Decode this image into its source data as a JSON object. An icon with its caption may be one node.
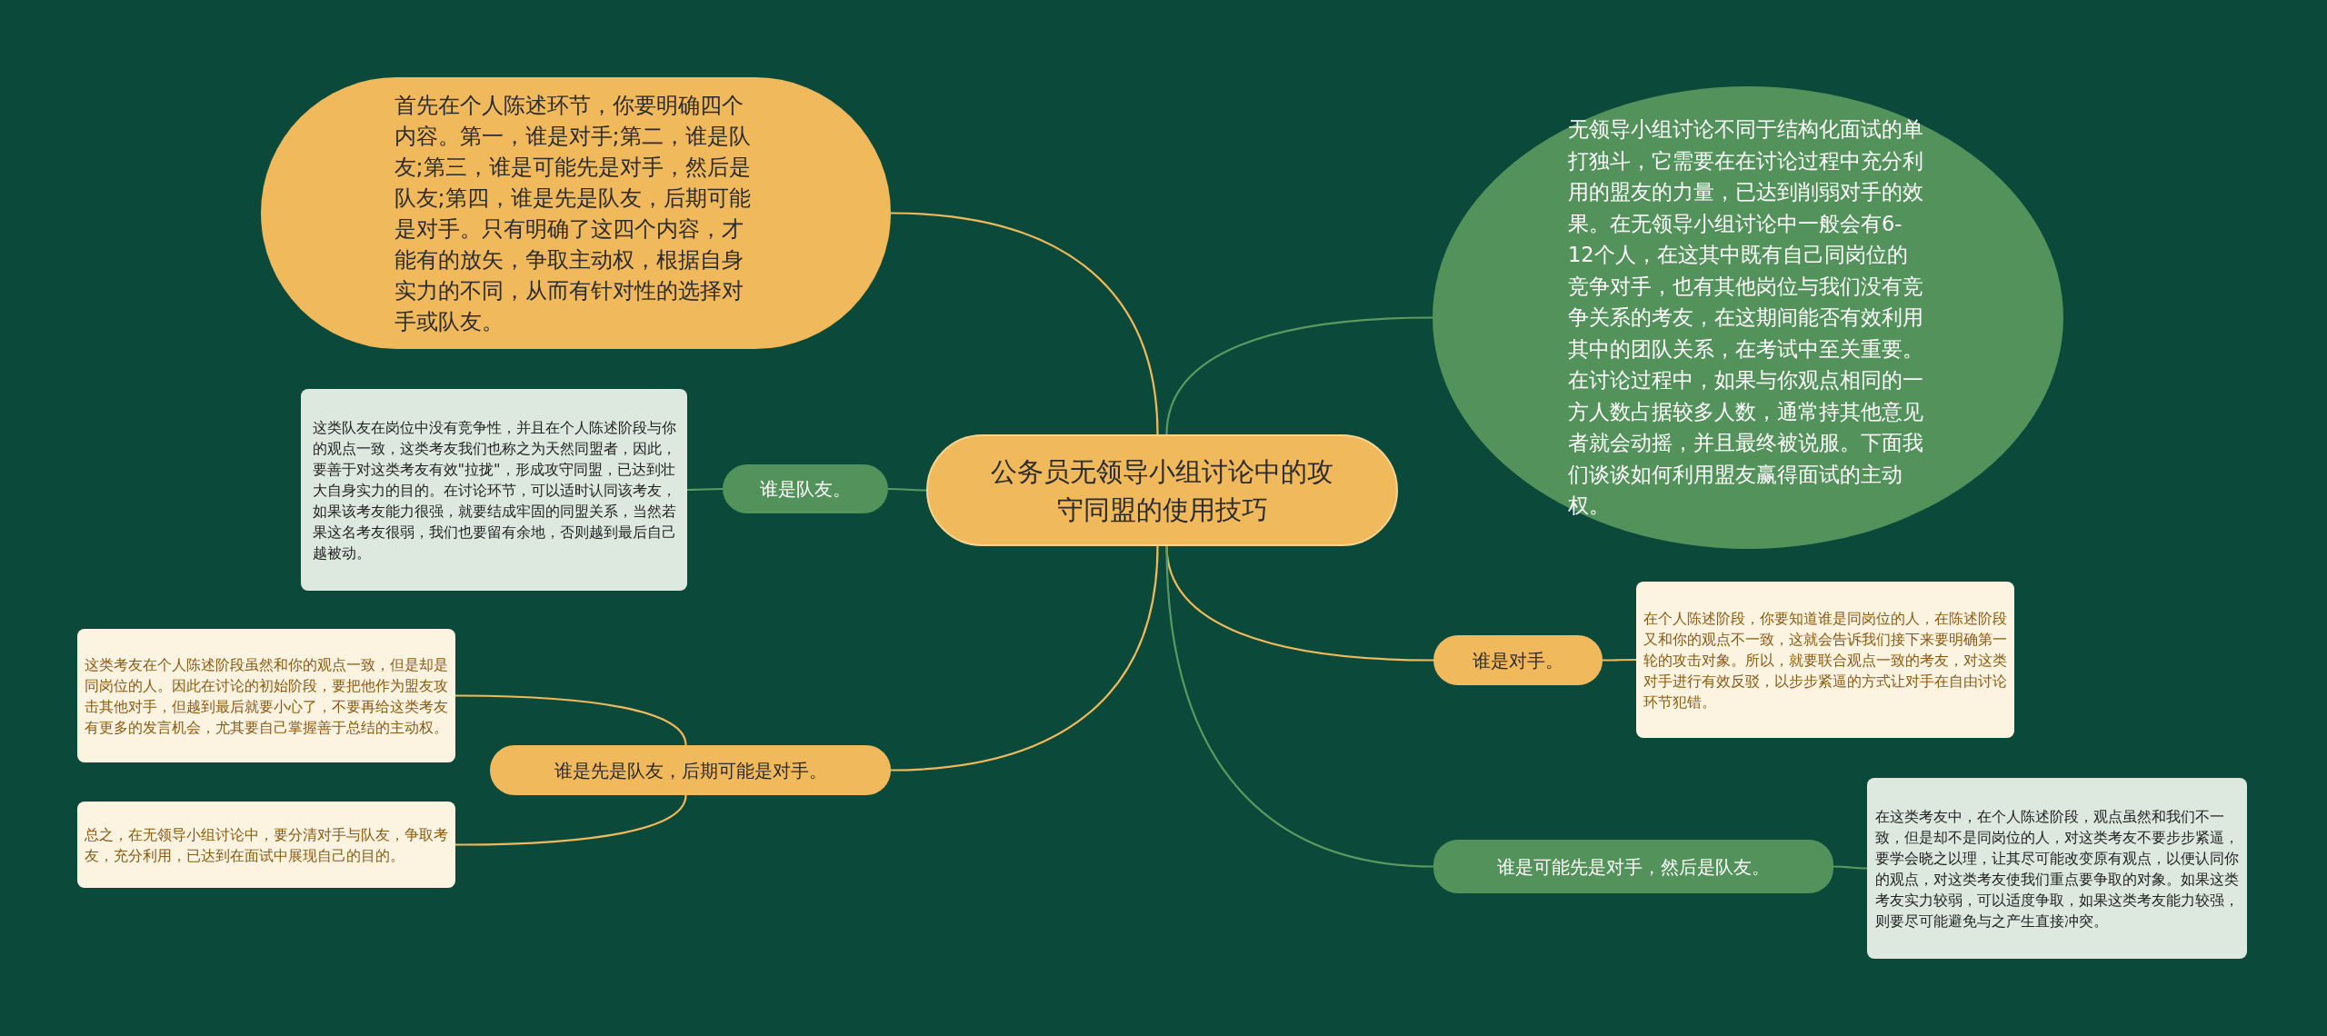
{
  "diagram": {
    "nodes": [
      {
        "text": [
          "公务员无领导小组讨论中的攻守同盟的使用技巧"
        ]
      },
      {
        "text": [
          "首先在个人陈述环节，你要明确四个内容。第一，谁是对手;第二，谁是队友;第三，谁是可能先是对手，然后是队友;第四，谁是先是队友，后期可能是对手。只有明确了这四个内容，才能有的放矢，争取主动权，根据自身实力的不同，从而有针对性的选择对手或队友。"
        ]
      },
      {
        "text": [
          "无领导小组讨论不同于结构化面试的单打独斗，它需要在在讨论过程中充分利用的盟友的力量，已达到削弱对手的效果。在无领导小组讨论中一般会有6-12个人，在这其中既有自己同岗位的竞争对手，也有其他岗位与我们没有竞争关系的考友，在这期间能否有效利用其中的团队关系，在考试中至关重要。在讨论过程中，如果与你观点相同的一方人数占据较多人数，通常持其他意见者就会动摇，并且最终被说服。下面我们谈谈如何利用盟友赢得面试的主动权。"
        ]
      },
      {
        "text": [
          "谁是队友。"
        ]
      },
      {
        "text": [
          "这类队友在岗位中没有竞争性，并且在个人陈述阶段与你的观点一致，这类考友我们也称之为天然同盟者，因此，要善于对这类考友有效\"拉拢\"，形成攻守同盟，已达到壮大自身实力的目的。在讨论环节，可以适时认同该考友，如果该考友能力很强，就要结成牢固的同盟关系，当然若果这名考友很弱，我们也要留有余地，否则越到最后自己越被动。"
        ]
      },
      {
        "text": [
          "谁是先是队友，后期可能是对手。"
        ]
      },
      {
        "text": [
          "这类考友在个人陈述阶段虽然和你的观点一致，但是却是同岗位的人。因此在讨论的初始阶段，要把他作为盟友攻击其他对手，但越到最后就要小心了，不要再给这类考友有更多的发言机会，尤其要自己掌握善于总结的主动权。"
        ]
      },
      {
        "text": [
          "总之，在无领导小组讨论中，要分清对手与队友，争取考友，充分利用，已达到在面试中展现自己的目的。"
        ]
      },
      {
        "text": [
          "谁是对手。"
        ]
      },
      {
        "text": [
          "在个人陈述阶段，你要知道谁是同岗位的人，在陈述阶段又和你的观点不一致，这就会告诉我们接下来要明确第一轮的攻击对象。所以，就要联合观点一致的考友，对这类对手进行有效反驳，以步步紧逼的方式让对手在自由讨论环节犯错。"
        ]
      },
      {
        "text": [
          "谁是可能先是对手，然后是队友。"
        ]
      },
      {
        "text": [
          "在这类考友中，在个人陈述阶段，观点虽然和我们不一致，但是却不是同岗位的人，对这类考友不要步步紧逼，要学会晓之以理，让其尽可能改变原有观点，以便认同你的观点，对这类考友使我们重点要争取的对象。如果这类考友实力较弱，可以适度争取，如果这类考友能力较强，则要尽可能避免与之产生直接冲突。"
        ]
      }
    ],
    "edges": [
      {
        "from": 0,
        "to": 1,
        "arrow": "none"
      },
      {
        "from": 0,
        "to": 2,
        "arrow": "none",
        "color": "#5a9a60"
      },
      {
        "from": 0,
        "to": 3,
        "arrow": "none",
        "color": "#5a9a60"
      },
      {
        "from": 3,
        "to": 4,
        "arrow": "none",
        "color": "#5a9a60"
      },
      {
        "from": 0,
        "to": 5,
        "arrow": "none"
      },
      {
        "from": 5,
        "to": 6,
        "arrow": "none"
      },
      {
        "from": 5,
        "to": 7,
        "arrow": "none"
      },
      {
        "from": 0,
        "to": 8,
        "arrow": "none"
      },
      {
        "from": 8,
        "to": 9,
        "arrow": "none"
      },
      {
        "from": 0,
        "to": 10,
        "arrow": "none",
        "color": "#5a9a60"
      },
      {
        "from": 10,
        "to": 11,
        "arrow": "none",
        "color": "#5a9a60"
      }
    ]
  }
}
